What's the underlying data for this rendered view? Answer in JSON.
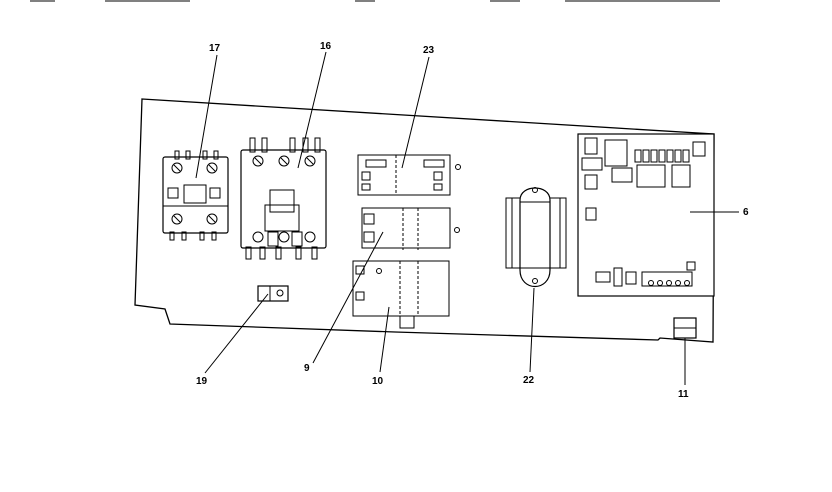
{
  "diagram": {
    "callouts": [
      {
        "id": "17",
        "label": "17"
      },
      {
        "id": "16",
        "label": "16"
      },
      {
        "id": "23",
        "label": "23"
      },
      {
        "id": "6",
        "label": "6"
      },
      {
        "id": "19",
        "label": "19"
      },
      {
        "id": "9",
        "label": "9"
      },
      {
        "id": "10",
        "label": "10"
      },
      {
        "id": "22",
        "label": "22"
      },
      {
        "id": "11",
        "label": "11"
      }
    ]
  }
}
